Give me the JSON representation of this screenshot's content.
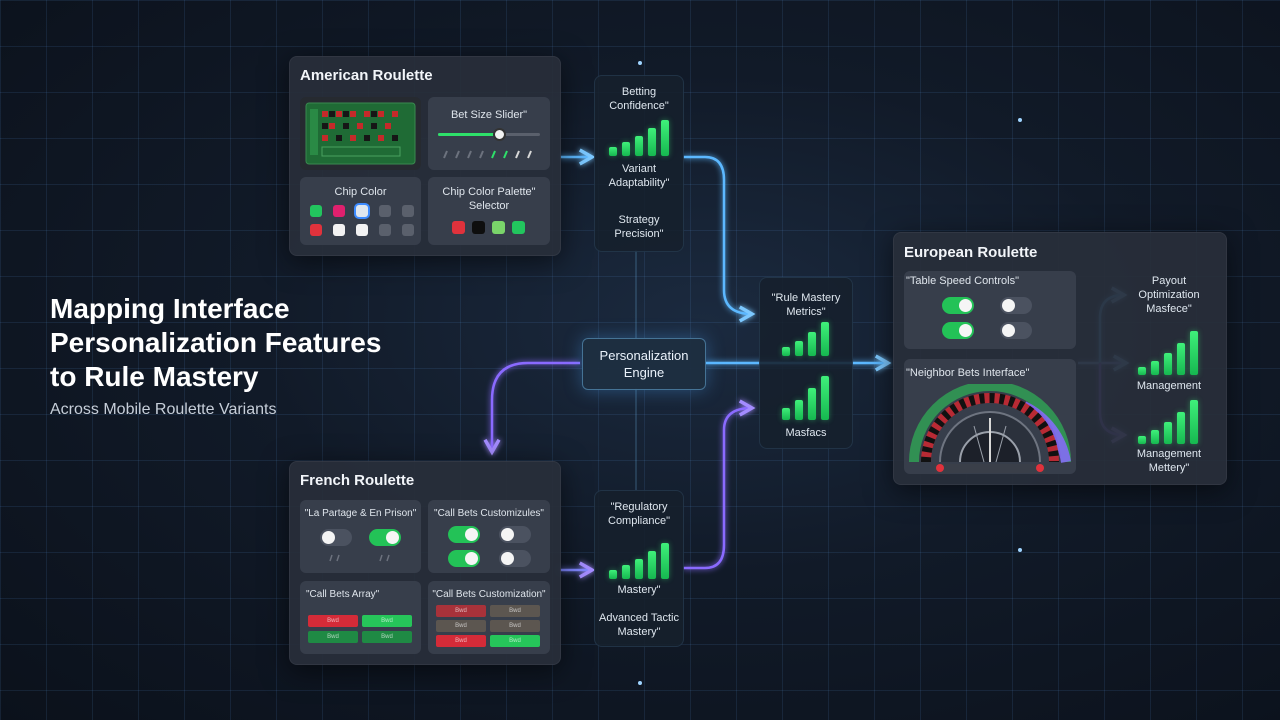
{
  "headline": {
    "line1": "Mapping Interface",
    "line2": "Personalization Features",
    "line3": "to Rule Mastery",
    "subtitle": "Across Mobile Roulette Variants"
  },
  "american": {
    "title": "American Roulette",
    "bet_slider_label": "Bet Size Slider\"",
    "bet_slider_level": 0.6,
    "chip_color_label": "Chip Color",
    "chip_palette_label": "Chip Color Palette\" Selector"
  },
  "french": {
    "title": "French Roulette",
    "la_partage_label": "\"La Partage & En Prison\"",
    "call_bets_custom_label": "\"Call Bets Customizules\"",
    "call_bets_array_label": "\"Call Bets Array\"",
    "call_bets_custom2_label": "\"Call Bets Customization\""
  },
  "european": {
    "title": "European Roulette",
    "table_speed_label": "\"Table Speed Controls\"",
    "neighbor_bets_label": "\"Neighbor Bets Interface\""
  },
  "engine": {
    "label": "Personalization Engine"
  },
  "metrics": {
    "top": {
      "line1": "Betting Confidence\"",
      "line2": "Variant Adaptability\"",
      "line3": "Strategy Precision\""
    },
    "center": {
      "line1": "\"Rule Mastery Metrics\"",
      "line2": "Masfacs"
    },
    "bottom": {
      "line1": "\"Regulatory Compliance\"",
      "line2": "Mastery\"",
      "line3": "Advanced Tactic Mastery\""
    },
    "right": {
      "line1": "Payout Optimization Masfece\"",
      "line2": "Management",
      "line3": "Management Mettery\""
    }
  },
  "colors": {
    "accent_green": "#2ee06a",
    "wire_blue": "#5bb8ff",
    "wire_purple": "#8a6bff",
    "chip_red": "#e0323c"
  },
  "icons": [
    "toggle-switch-icon",
    "roulette-wheel-icon",
    "bar-chart-icon",
    "arrow-icon"
  ]
}
